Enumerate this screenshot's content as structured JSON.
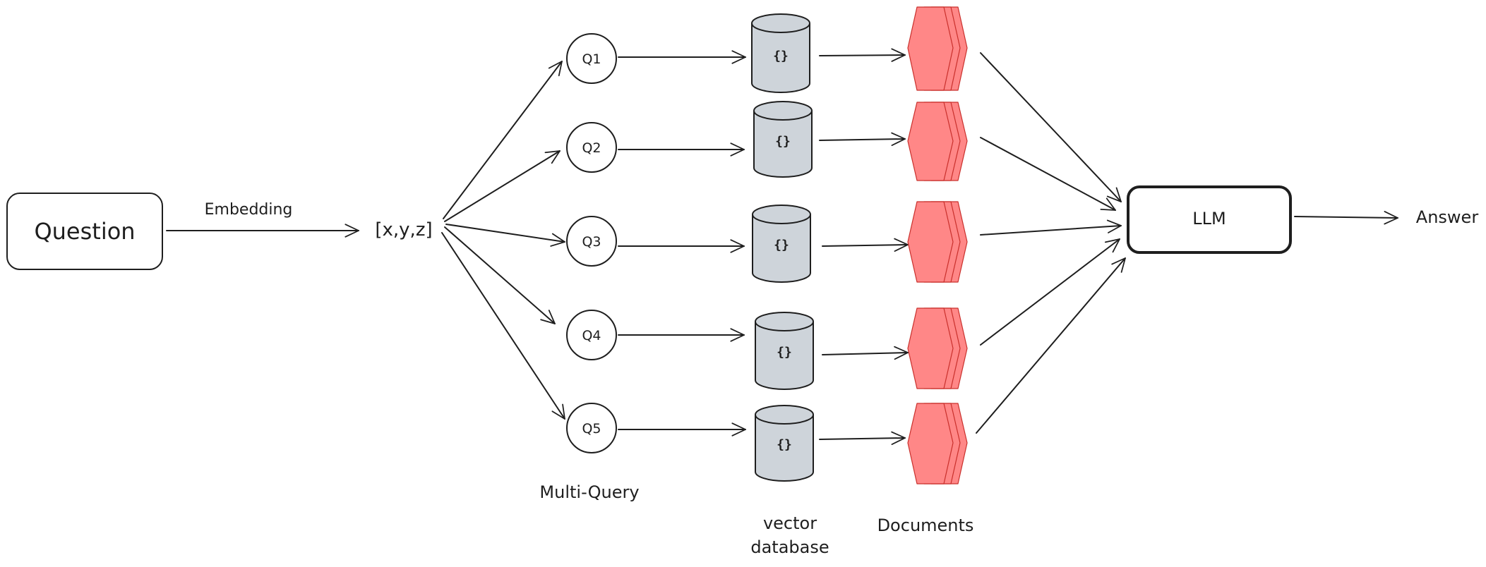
{
  "question": {
    "label": "Question"
  },
  "embedding": {
    "label": "Embedding"
  },
  "vector": {
    "label": "[x,y,z]"
  },
  "queries": [
    {
      "label": "Q1"
    },
    {
      "label": "Q2"
    },
    {
      "label": "Q3"
    },
    {
      "label": "Q4"
    },
    {
      "label": "Q5"
    }
  ],
  "database": {
    "icon": "{}"
  },
  "captions": {
    "multi_query": "Multi-Query",
    "vector_database_line1": "vector",
    "vector_database_line2": "database",
    "documents": "Documents"
  },
  "llm": {
    "label": "LLM"
  },
  "answer": {
    "label": "Answer"
  },
  "colors": {
    "stroke": "#1e1e1e",
    "database_fill": "#ced4da",
    "document_fill": "#ff8787",
    "document_stroke": "#c9302c",
    "background": "#ffffff"
  }
}
